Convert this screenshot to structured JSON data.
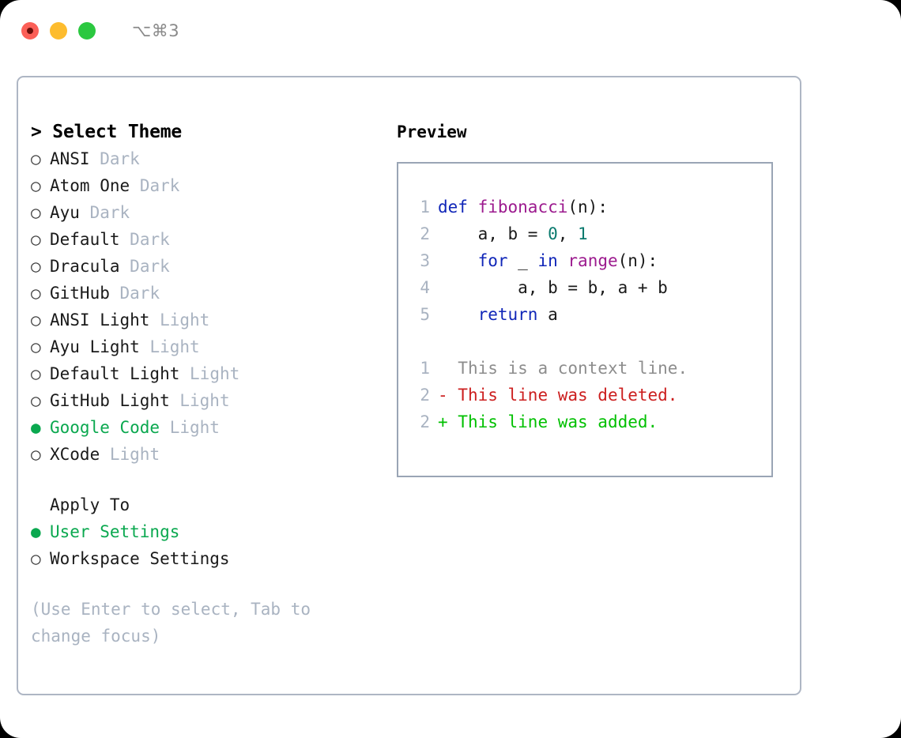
{
  "window": {
    "shortcut": "⌥⌘3",
    "traffic_lights": [
      {
        "name": "close-button",
        "color": "#fb5f57"
      },
      {
        "name": "minimize-button",
        "color": "#fdbc2e"
      },
      {
        "name": "maximize-button",
        "color": "#2bc840"
      }
    ]
  },
  "theme_picker": {
    "heading": "> Select Theme",
    "marker_selected": "●",
    "marker_unselected": "○",
    "selected_color": "#0aa84f",
    "options": [
      {
        "marker": "○",
        "label": "ANSI",
        "tag": "Dark",
        "selected": false
      },
      {
        "marker": "○",
        "label": "Atom One",
        "tag": "Dark",
        "selected": false
      },
      {
        "marker": "○",
        "label": "Ayu",
        "tag": "Dark",
        "selected": false
      },
      {
        "marker": "○",
        "label": "Default",
        "tag": "Dark",
        "selected": false
      },
      {
        "marker": "○",
        "label": "Dracula",
        "tag": "Dark",
        "selected": false
      },
      {
        "marker": "○",
        "label": "GitHub",
        "tag": "Dark",
        "selected": false
      },
      {
        "marker": "○",
        "label": "ANSI Light",
        "tag": "Light",
        "selected": false
      },
      {
        "marker": "○",
        "label": "Ayu Light",
        "tag": "Light",
        "selected": false
      },
      {
        "marker": "○",
        "label": "Default Light",
        "tag": "Light",
        "selected": false
      },
      {
        "marker": "○",
        "label": "GitHub Light",
        "tag": "Light",
        "selected": false
      },
      {
        "marker": "●",
        "label": "Google Code",
        "tag": "Light",
        "selected": true
      },
      {
        "marker": "○",
        "label": "XCode",
        "tag": "Light",
        "selected": false
      }
    ]
  },
  "apply_to": {
    "title": "Apply To",
    "options": [
      {
        "marker": "●",
        "label": "User Settings",
        "selected": true
      },
      {
        "marker": "○",
        "label": "Workspace Settings",
        "selected": false
      }
    ]
  },
  "hint": "(Use Enter to select, Tab to change focus)",
  "preview": {
    "title": "Preview",
    "code_lines": [
      {
        "n": "1",
        "tokens": [
          {
            "t": "def",
            "c": "kw"
          },
          {
            "t": " ",
            "c": "pl"
          },
          {
            "t": "fibonacci",
            "c": "fn"
          },
          {
            "t": "(n):",
            "c": "pl"
          }
        ]
      },
      {
        "n": "2",
        "tokens": [
          {
            "t": "    a, b = ",
            "c": "pl"
          },
          {
            "t": "0",
            "c": "num"
          },
          {
            "t": ", ",
            "c": "pl"
          },
          {
            "t": "1",
            "c": "num"
          }
        ]
      },
      {
        "n": "3",
        "tokens": [
          {
            "t": "    ",
            "c": "pl"
          },
          {
            "t": "for",
            "c": "kw"
          },
          {
            "t": " _ ",
            "c": "pl"
          },
          {
            "t": "in",
            "c": "kw"
          },
          {
            "t": " ",
            "c": "pl"
          },
          {
            "t": "range",
            "c": "fn"
          },
          {
            "t": "(n):",
            "c": "pl"
          }
        ]
      },
      {
        "n": "4",
        "tokens": [
          {
            "t": "        a, b = b, a + b",
            "c": "pl"
          }
        ]
      },
      {
        "n": "5",
        "tokens": [
          {
            "t": "    ",
            "c": "pl"
          },
          {
            "t": "return",
            "c": "kw"
          },
          {
            "t": " a",
            "c": "pl"
          }
        ]
      }
    ],
    "diff_lines": [
      {
        "n": "1",
        "sign": "  ",
        "text": "This is a context line.",
        "kind": "ctx"
      },
      {
        "n": "2",
        "sign": "- ",
        "text": "This line was deleted.",
        "kind": "del"
      },
      {
        "n": "2",
        "sign": "+ ",
        "text": "This line was added.",
        "kind": "add"
      }
    ]
  },
  "colors": {
    "keyword": "#1026b8",
    "function": "#9c1a8e",
    "number": "#0a7a6e",
    "plain": "#1a1a1a",
    "line_number": "#a9b3c1",
    "context": "#8d8d8d",
    "deleted": "#cc1f1f",
    "added": "#00c000",
    "tag": "#a9b3c1",
    "accent": "#0aa84f",
    "border": "#aeb6c4"
  }
}
